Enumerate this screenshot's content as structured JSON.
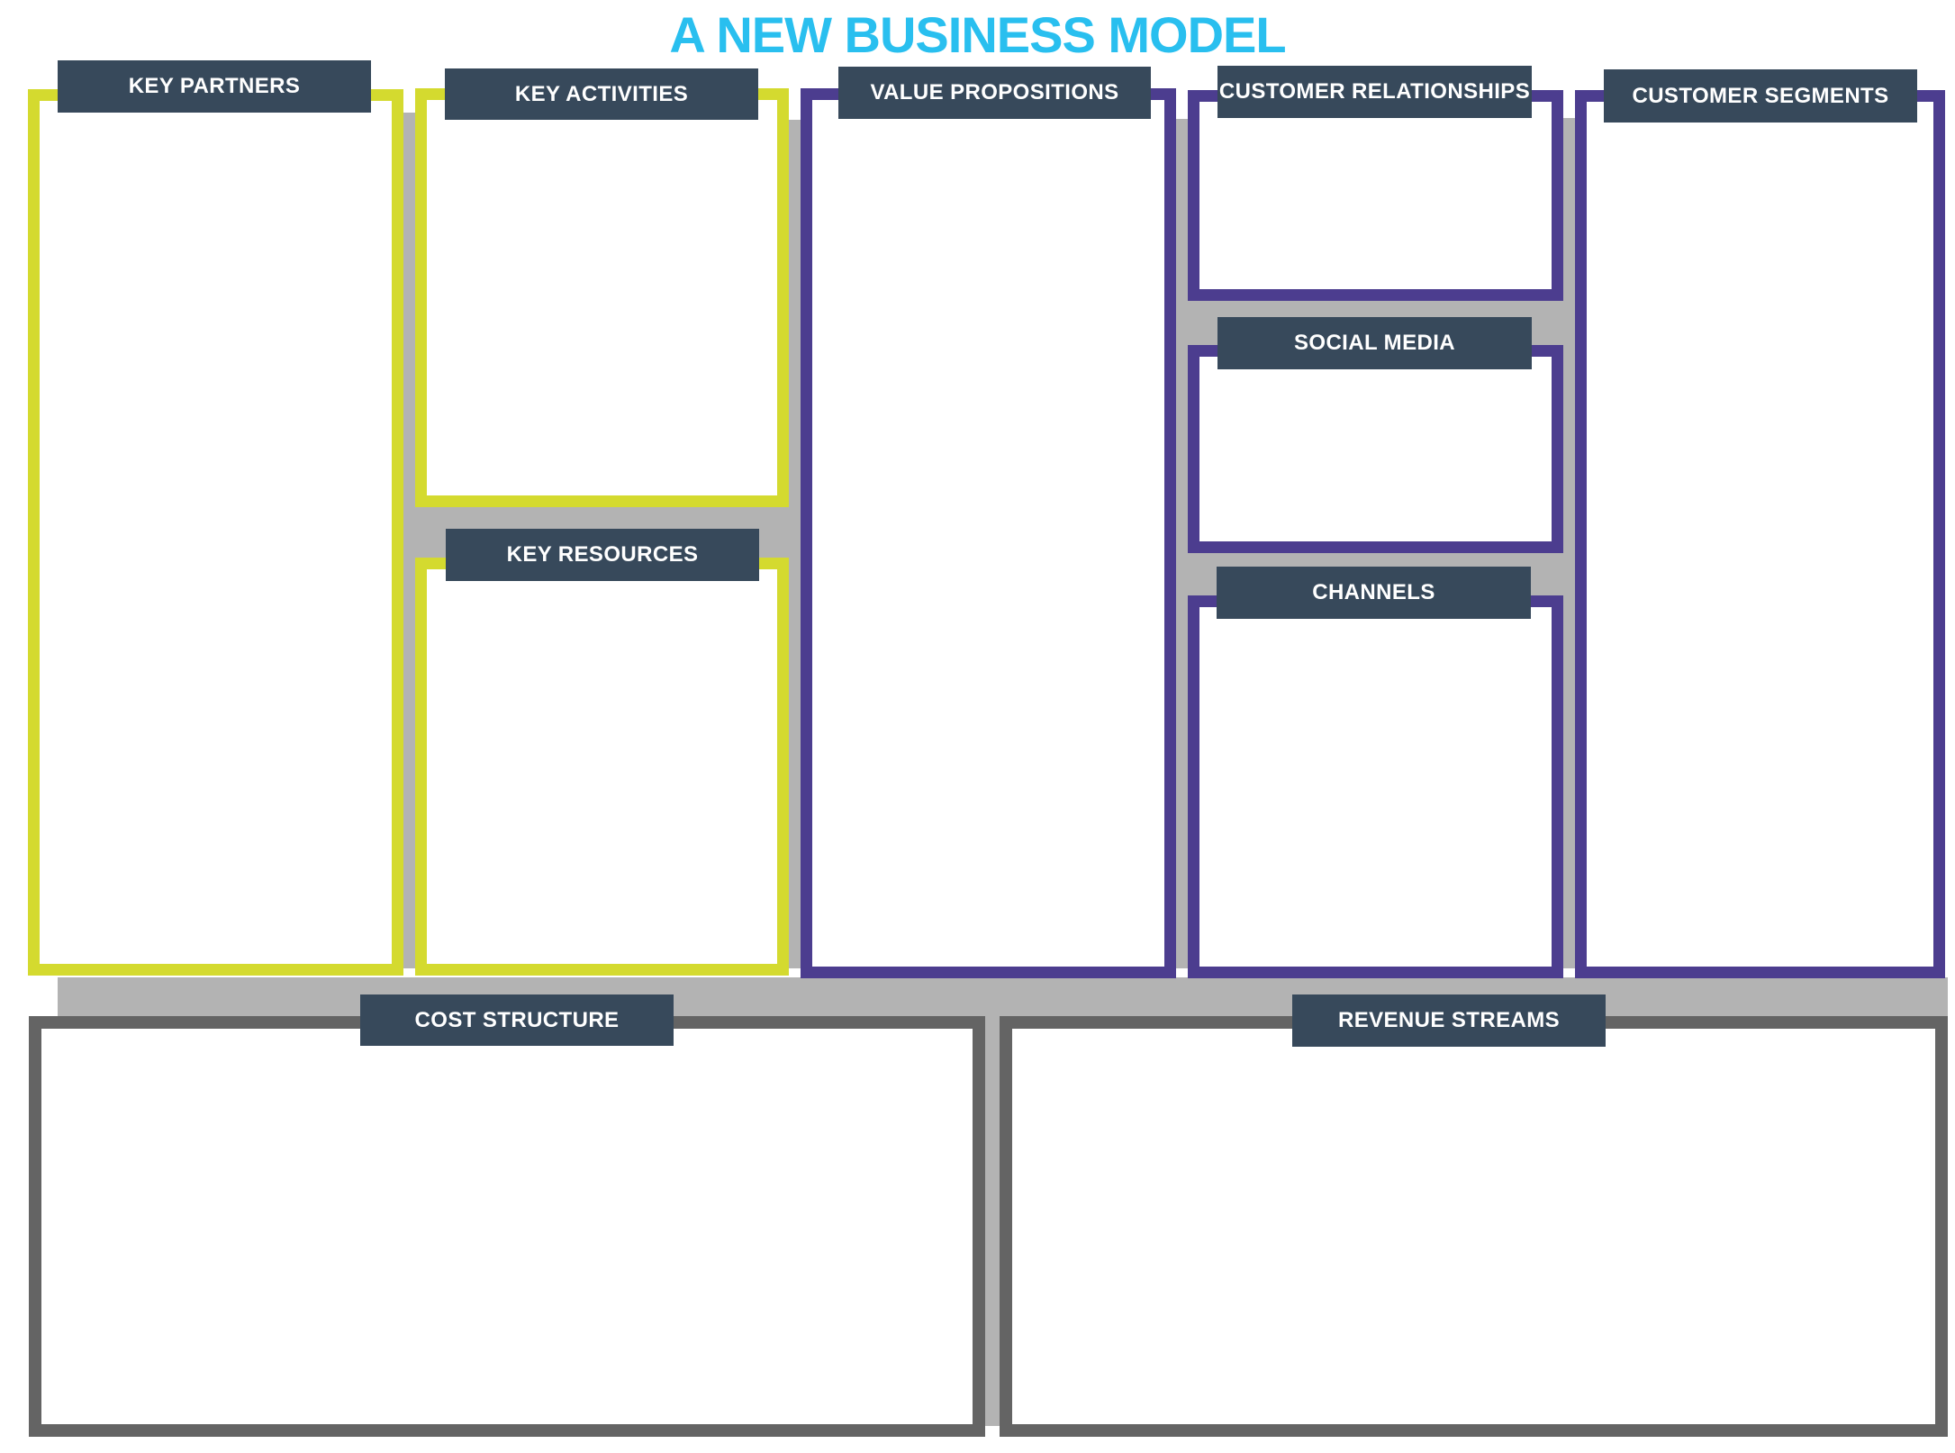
{
  "title": "A NEW BUSINESS MODEL",
  "colors": {
    "title_cyan": "#29bfef",
    "header_navy": "#37495b",
    "header_text": "#ffffff",
    "yellow_border": "#d4da2f",
    "purple_border": "#4c3d8f",
    "dark_gray_border": "#646464",
    "gutter_gray": "#b3b3b3",
    "box_fill": "#ffffff"
  },
  "sections": {
    "key_partners": {
      "label": "KEY PARTNERS"
    },
    "key_activities": {
      "label": "KEY ACTIVITIES"
    },
    "key_resources": {
      "label": "KEY RESOURCES"
    },
    "value_propositions": {
      "label": "VALUE PROPOSITIONS"
    },
    "customer_relationships": {
      "label": "CUSTOMER RELATIONSHIPS"
    },
    "social_media": {
      "label": "SOCIAL MEDIA"
    },
    "channels": {
      "label": "CHANNELS"
    },
    "customer_segments": {
      "label": "CUSTOMER SEGMENTS"
    },
    "cost_structure": {
      "label": "COST STRUCTURE"
    },
    "revenue_streams": {
      "label": "REVENUE STREAMS"
    }
  }
}
